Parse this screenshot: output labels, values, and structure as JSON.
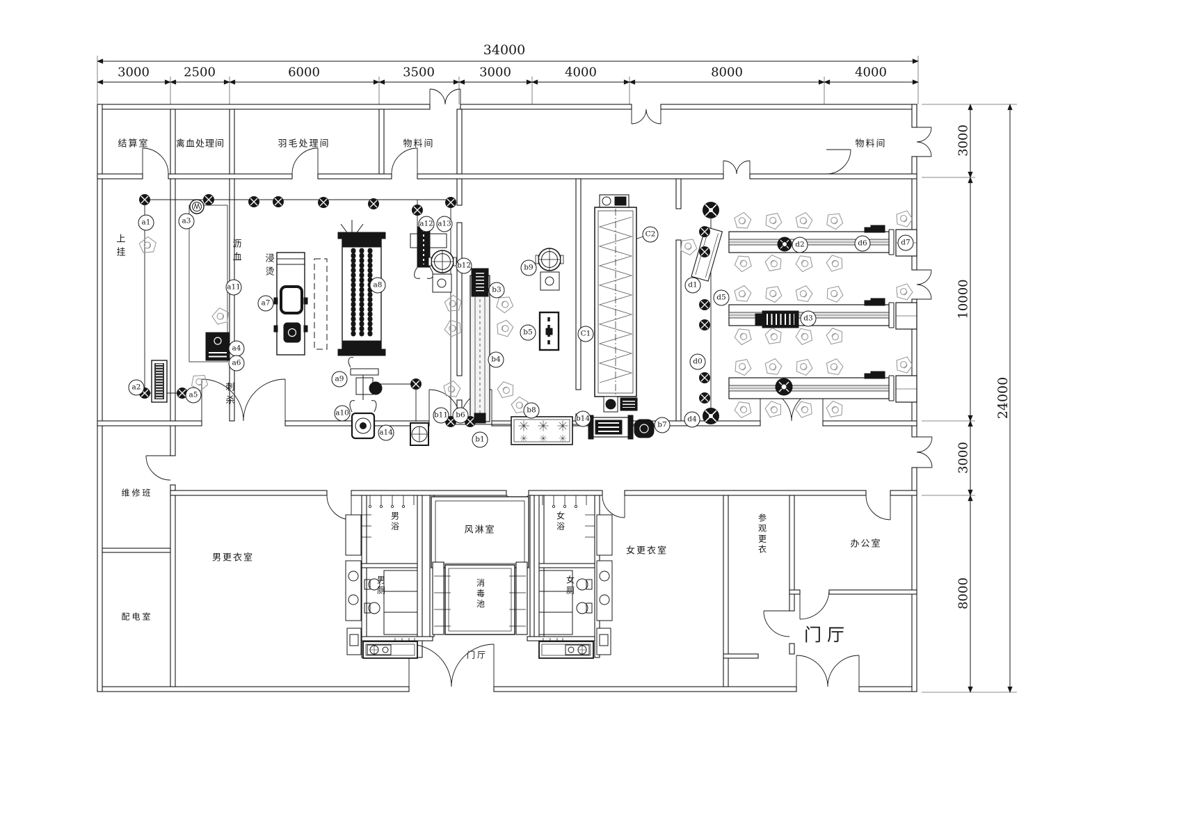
{
  "dimensions": {
    "top_total": "34000",
    "top_segments": [
      "3000",
      "2500",
      "6000",
      "3500",
      "3000",
      "4000",
      "8000",
      "4000"
    ],
    "right_segments": [
      "3000",
      "10000",
      "3000",
      "8000"
    ],
    "right_total": "24000"
  },
  "rooms": {
    "top_row": [
      "结算室",
      "禽血处理间",
      "羽毛处理间",
      "物料间",
      "物料间"
    ],
    "left_column": [
      "维修班",
      "配电室"
    ],
    "changing": [
      "男更衣室",
      "女更衣室",
      "参观更衣"
    ],
    "center": [
      "风淋室",
      "消毒池",
      "男浴",
      "女浴",
      "男厕",
      "女厕"
    ],
    "right": [
      "办公室",
      "门厅",
      "门厅"
    ]
  },
  "process_zones": [
    "上挂",
    "沥血",
    "刺杀",
    "浸烫"
  ],
  "equipment_labels": [
    "a1",
    "a2",
    "a3",
    "a4",
    "a5",
    "a6",
    "a7",
    "a8",
    "a9",
    "a10",
    "a11",
    "a12",
    "a13",
    "a14",
    "b1",
    "b3",
    "b4",
    "b5",
    "b6",
    "b7",
    "b8",
    "b9",
    "b11",
    "b12",
    "b14",
    "C1",
    "C2",
    "d0",
    "d1",
    "d2",
    "d3",
    "d4",
    "d5",
    "d6",
    "d7"
  ],
  "colors": {
    "ink": "#161616",
    "light_gray": "#9a9a9a",
    "paper": "#ffffff"
  }
}
